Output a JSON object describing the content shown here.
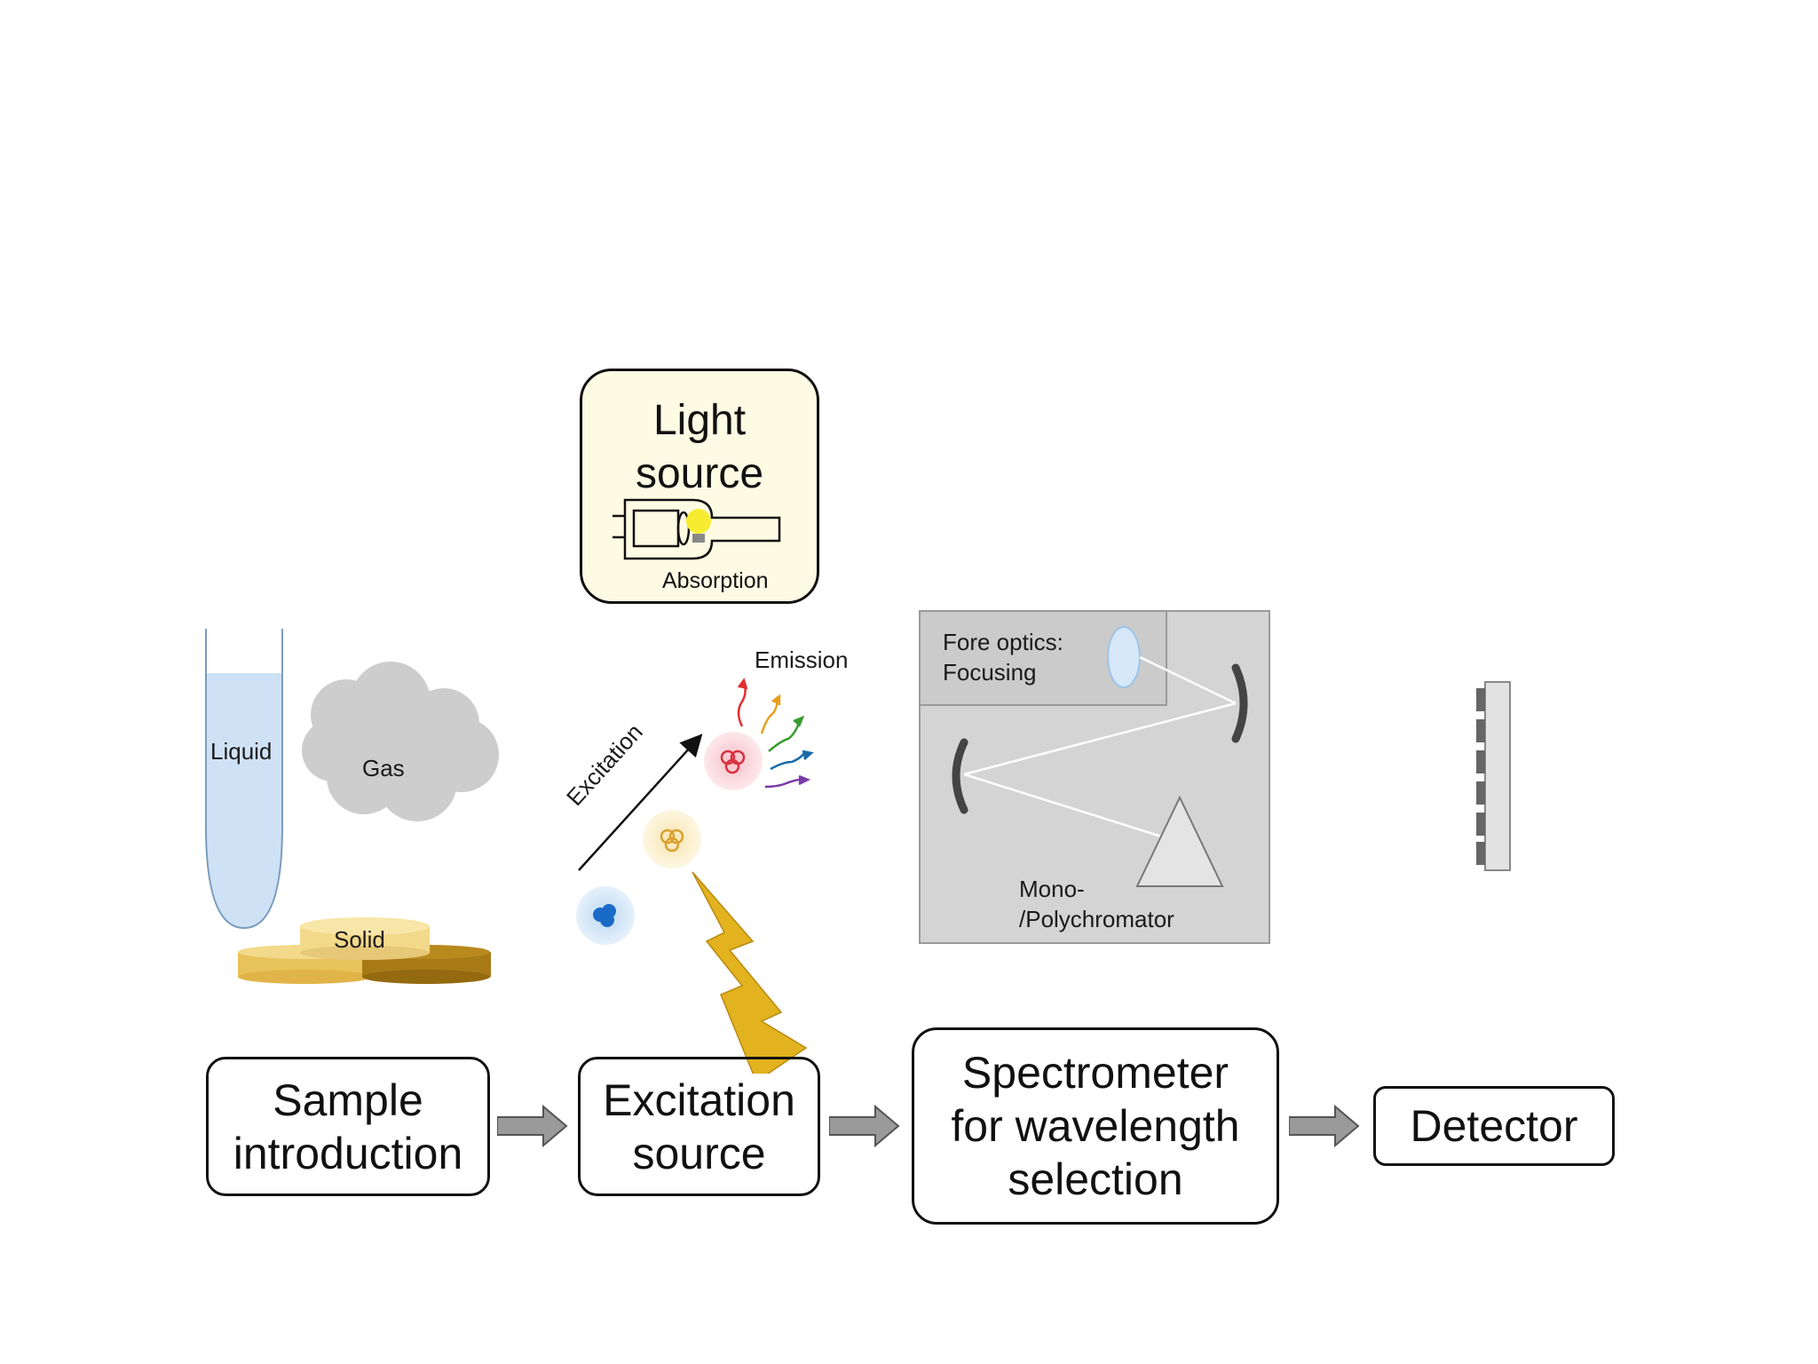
{
  "steps": [
    {
      "id": "sample",
      "label": "Sample\nintroduction"
    },
    {
      "id": "excitation",
      "label": "Excitation\nsource"
    },
    {
      "id": "spectrometer",
      "label": "Spectrometer\nfor wavelength\nselection"
    },
    {
      "id": "detector",
      "label": "Detector"
    }
  ],
  "light_source": {
    "title": "Light\nsource",
    "caption": "Absorption"
  },
  "sample_states": {
    "liquid": "Liquid",
    "gas": "Gas",
    "solid": "Solid"
  },
  "excitation_labels": {
    "excitation": "Excitation",
    "emission": "Emission"
  },
  "spectrometer_panel": {
    "fore_optics": "Fore optics:\nFocusing",
    "mono": "Mono-\n/Polychromator"
  },
  "colors": {
    "liquid": "#cfe2f5",
    "gas": "#c8c8c8",
    "solid_light": "#f3d98a",
    "solid_dark": "#b88a1e",
    "lightning": "#e2b21f",
    "light_source_bg": "#fdfbe3",
    "panel_bg": "#d4d4d4",
    "flow_arrow": "#9a9a9a",
    "emission_arrows": [
      "#e03030",
      "#e6a020",
      "#3a9a30",
      "#1a6aa8",
      "#7a3aa8"
    ]
  }
}
